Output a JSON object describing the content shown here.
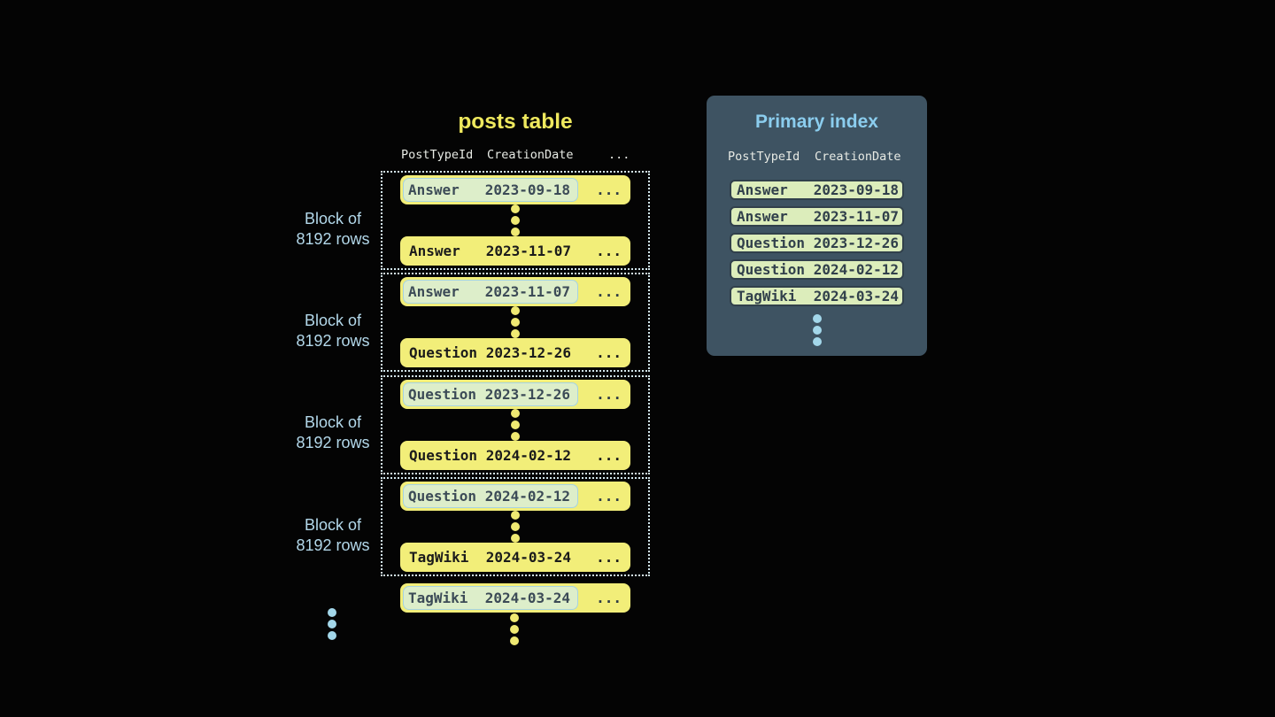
{
  "colors": {
    "background": "#040404",
    "row_yellow": "#f2ee79",
    "title_yellow": "#efe95e",
    "highlight_green": "#ddeeca",
    "highlight_border_blue": "#a6d3e2",
    "slate_text": "#3c4b57",
    "panel_slate": "#3e5362",
    "panel_title_blue": "#8bcdee",
    "index_row_green": "#dcedbb",
    "index_row_border": "#31404b",
    "label_blue": "#b3d8ea",
    "dotted_border": "#d3e7ee"
  },
  "posts_table": {
    "title": "posts table",
    "headers": {
      "col1": "PostTypeId",
      "col2": "CreationDate",
      "ellipsis": "..."
    },
    "block_label_line1": "Block of",
    "block_label_line2": "8192 rows",
    "ellipsis": "...",
    "blocks": [
      {
        "first": {
          "type": "Answer",
          "date": "2023-09-18"
        },
        "last": {
          "type": "Answer",
          "date": "2023-11-07"
        }
      },
      {
        "first": {
          "type": "Answer",
          "date": "2023-11-07"
        },
        "last": {
          "type": "Question",
          "date": "2023-12-26"
        }
      },
      {
        "first": {
          "type": "Question",
          "date": "2023-12-26"
        },
        "last": {
          "type": "Question",
          "date": "2024-02-12"
        }
      },
      {
        "first": {
          "type": "Question",
          "date": "2024-02-12"
        },
        "last": {
          "type": "TagWiki",
          "date": "2024-03-24"
        }
      }
    ],
    "overflow_row": {
      "type": "TagWiki",
      "date": "2024-03-24"
    }
  },
  "primary_index": {
    "title": "Primary index",
    "headers": {
      "col1": "PostTypeId",
      "col2": "CreationDate"
    },
    "rows": [
      {
        "type": "Answer",
        "date": "2023-09-18"
      },
      {
        "type": "Answer",
        "date": "2023-11-07"
      },
      {
        "type": "Question",
        "date": "2023-12-26"
      },
      {
        "type": "Question",
        "date": "2024-02-12"
      },
      {
        "type": "TagWiki",
        "date": "2024-03-24"
      }
    ]
  }
}
